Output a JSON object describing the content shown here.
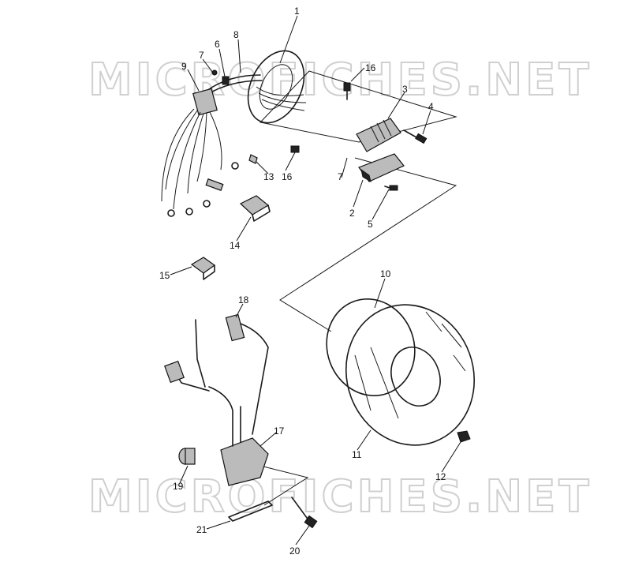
{
  "watermark": {
    "top": "MICROFICHES.NET",
    "bottom": "MICROFICHES.NET"
  },
  "callouts": {
    "c1": "1",
    "c2": "2",
    "c3": "3",
    "c4": "4",
    "c5": "5",
    "c6": "6",
    "c7a": "7",
    "c7b": "7",
    "c8": "8",
    "c9": "9",
    "c10": "10",
    "c11": "11",
    "c12": "12",
    "c13": "13",
    "c14": "14",
    "c15": "15",
    "c16a": "16",
    "c16b": "16",
    "c17": "17",
    "c18": "18",
    "c19": "19",
    "c20": "20",
    "c21": "21"
  }
}
